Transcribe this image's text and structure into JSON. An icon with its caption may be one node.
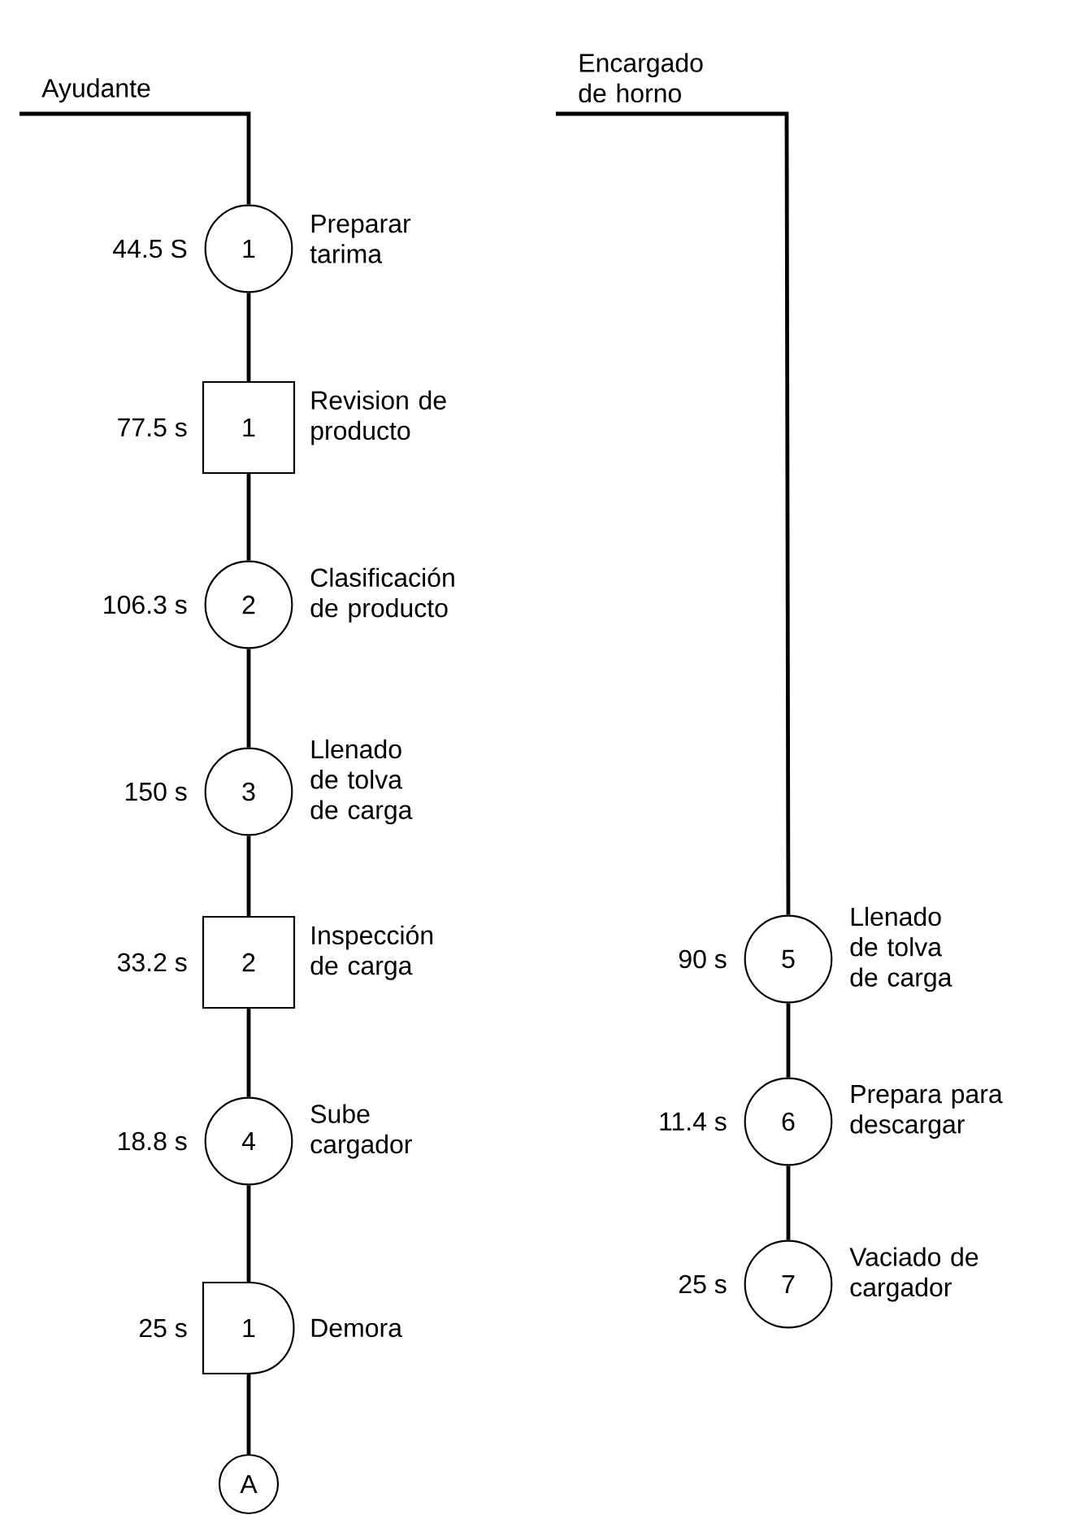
{
  "diagram": {
    "nodes": [
      {
        "text": [
          "Ayudante"
        ]
      },
      {
        "text": [
          "1"
        ],
        "beside": [
          "44.5 S",
          "Preparar tarima"
        ]
      },
      {
        "text": [
          "1"
        ],
        "beside": [
          "77.5 s",
          "Revision de producto"
        ]
      },
      {
        "text": [
          "2"
        ],
        "beside": [
          "106.3 s",
          "Clasificación de producto"
        ]
      },
      {
        "text": [
          "3"
        ],
        "beside": [
          "150 s",
          "Llenado de tolva de carga"
        ]
      },
      {
        "text": [
          "2"
        ],
        "beside": [
          "33.2 s",
          "Inspección de carga"
        ]
      },
      {
        "text": [
          "4"
        ],
        "beside": [
          "18.8 s",
          "Sube cargador"
        ]
      },
      {
        "text": [
          "1"
        ],
        "beside": [
          "25 s",
          "Demora"
        ]
      },
      {
        "text": [
          "A"
        ]
      },
      {
        "text": [
          "Encargado de horno"
        ]
      },
      {
        "text": [
          "5"
        ],
        "beside": [
          "90 s",
          "Llenado de tolva de carga"
        ]
      },
      {
        "text": [
          "6"
        ],
        "beside": [
          "11.4 s",
          "Prepara para descargar"
        ]
      },
      {
        "text": [
          "7"
        ],
        "beside": [
          "25 s",
          "Vaciado de cargador"
        ]
      }
    ],
    "edges": [
      {
        "from": 0,
        "to": 1,
        "arrow": "none"
      },
      {
        "from": 1,
        "to": 2,
        "arrow": "none"
      },
      {
        "from": 2,
        "to": 3,
        "arrow": "none"
      },
      {
        "from": 3,
        "to": 4,
        "arrow": "none"
      },
      {
        "from": 4,
        "to": 5,
        "arrow": "none"
      },
      {
        "from": 5,
        "to": 6,
        "arrow": "none"
      },
      {
        "from": 6,
        "to": 7,
        "arrow": "none"
      },
      {
        "from": 7,
        "to": 8,
        "arrow": "none"
      },
      {
        "from": 9,
        "to": 10,
        "arrow": "none"
      },
      {
        "from": 10,
        "to": 11,
        "arrow": "none"
      },
      {
        "from": 11,
        "to": 12,
        "arrow": "none"
      }
    ]
  }
}
